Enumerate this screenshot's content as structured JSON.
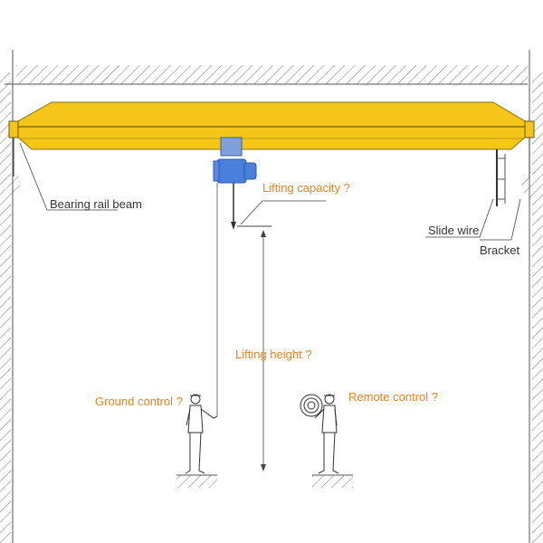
{
  "labels": {
    "bearing_rail_beam": "Bearing rail beam",
    "lifting_capacity": "Lifting capacity ?",
    "slide_wire": "Slide wire",
    "bracket": "Bracket",
    "lifting_height": "Lifting height ?",
    "ground_control": "Ground control ?",
    "remote_control": "Remote control ?"
  },
  "colors": {
    "beam": "#f5c518",
    "hoist": "#4a7fdc",
    "annotation": "#f0821e",
    "line": "#444444"
  }
}
